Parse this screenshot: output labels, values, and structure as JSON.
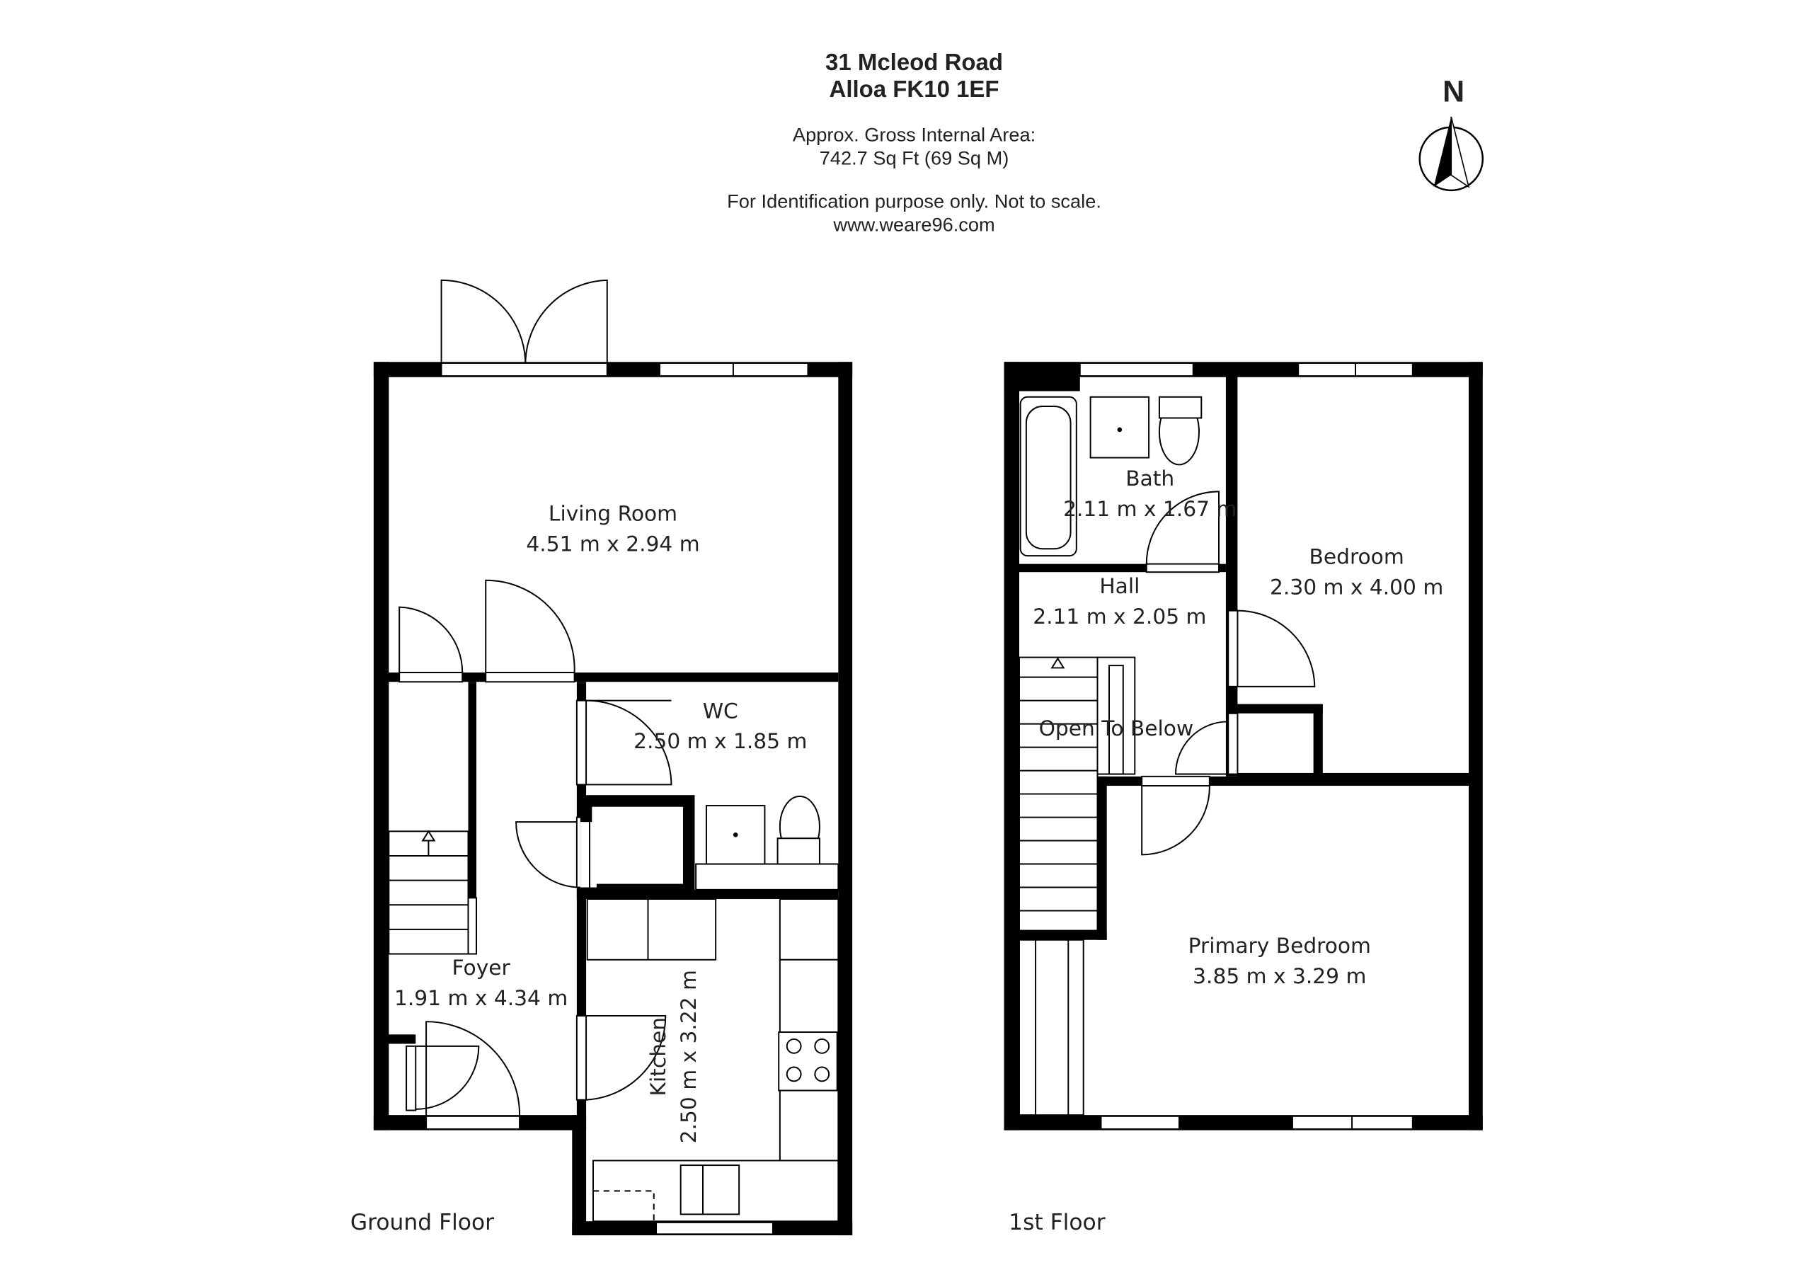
{
  "header": {
    "address_line1": "31 Mcleod Road",
    "address_line2": "Alloa FK10 1EF",
    "area_label": "Approx. Gross Internal Area:",
    "area_value": "742.7 Sq Ft (69 Sq M)",
    "disclaimer": "For Identification purpose only. Not to scale.",
    "website": "www.weare96.com"
  },
  "compass": {
    "label": "N",
    "icon": "north-arrow-icon"
  },
  "ground_floor": {
    "label": "Ground Floor",
    "rooms": [
      {
        "name": "Living Room",
        "size": "4.51 m x 2.94 m"
      },
      {
        "name": "WC",
        "size": "2.50 m x 1.85 m"
      },
      {
        "name": "Foyer",
        "size": "1.91 m x 4.34 m"
      },
      {
        "name": "Kitchen",
        "size": "2.50 m x 3.22 m"
      }
    ]
  },
  "first_floor": {
    "label": "1st Floor",
    "rooms": [
      {
        "name": "Bath",
        "size": "2.11 m x 1.67 m"
      },
      {
        "name": "Hall",
        "size": "2.11 m x 2.05 m"
      },
      {
        "name": "Bedroom",
        "size": "2.30 m x 4.00 m"
      },
      {
        "name": "Open To Below",
        "size": ""
      },
      {
        "name": "Primary Bedroom",
        "size": "3.85 m x 3.29 m"
      }
    ]
  }
}
